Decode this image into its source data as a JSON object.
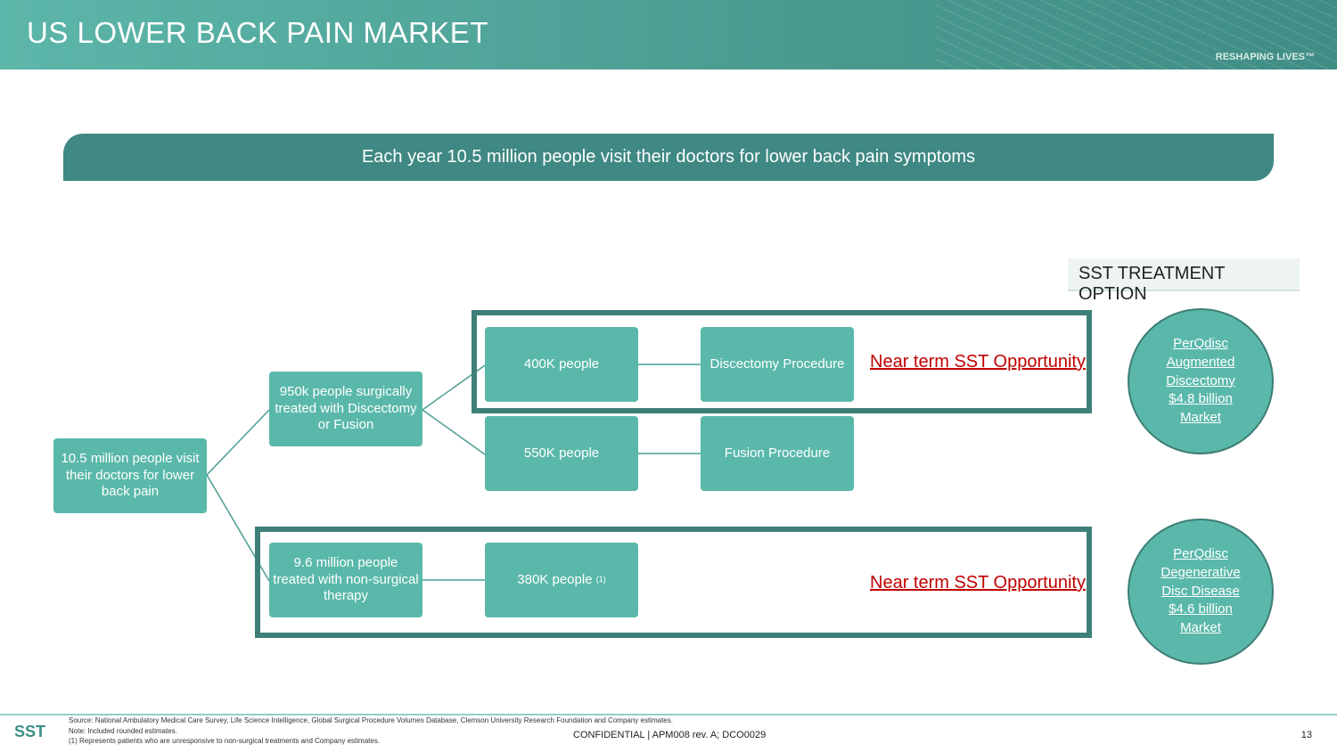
{
  "header": {
    "title": "US LOWER BACK PAIN MARKET",
    "tagline": "RESHAPING LIVES™"
  },
  "banner": "Each year 10.5 million people visit their doctors for lower back pain symptoms",
  "sst_label": "SST TREATMENT OPTION",
  "boxes": {
    "root": "10.5 million people visit their doctors for lower back pain",
    "surgical": "950k people surgically treated with Discectomy or Fusion",
    "nonsurgical": "9.6 million people treated with non-surgical therapy",
    "p400": "400K people",
    "discectomy": "Discectomy Procedure",
    "p550": "550K people",
    "fusion": "Fusion Procedure",
    "p380": "380K people",
    "p380_sup": "(1)"
  },
  "opportunity": "Near term SST Opportunity",
  "circles": [
    {
      "lines": [
        "PerQdisc",
        "Augmented",
        "Discectomy",
        "$4.8 billion",
        "Market"
      ]
    },
    {
      "lines": [
        "PerQdisc",
        "Degenerative",
        "Disc Disease",
        "$4.6 billion",
        "Market"
      ]
    }
  ],
  "footer": {
    "logo": "SST",
    "source": "Source: National Ambulatory Medical Care Survey, Life Science Intelligence, Global Surgical Procedure Volumes Database, Clemson University Research Foundation and Company estimates.",
    "note": "Note: Included rounded estimates.",
    "footnote": "(1) Represents patients who are unresponsive to non-surgical treatments and Company estimates.",
    "confidential": "CONFIDENTIAL | APM008 rev. A; DCO0029",
    "page": "13"
  }
}
